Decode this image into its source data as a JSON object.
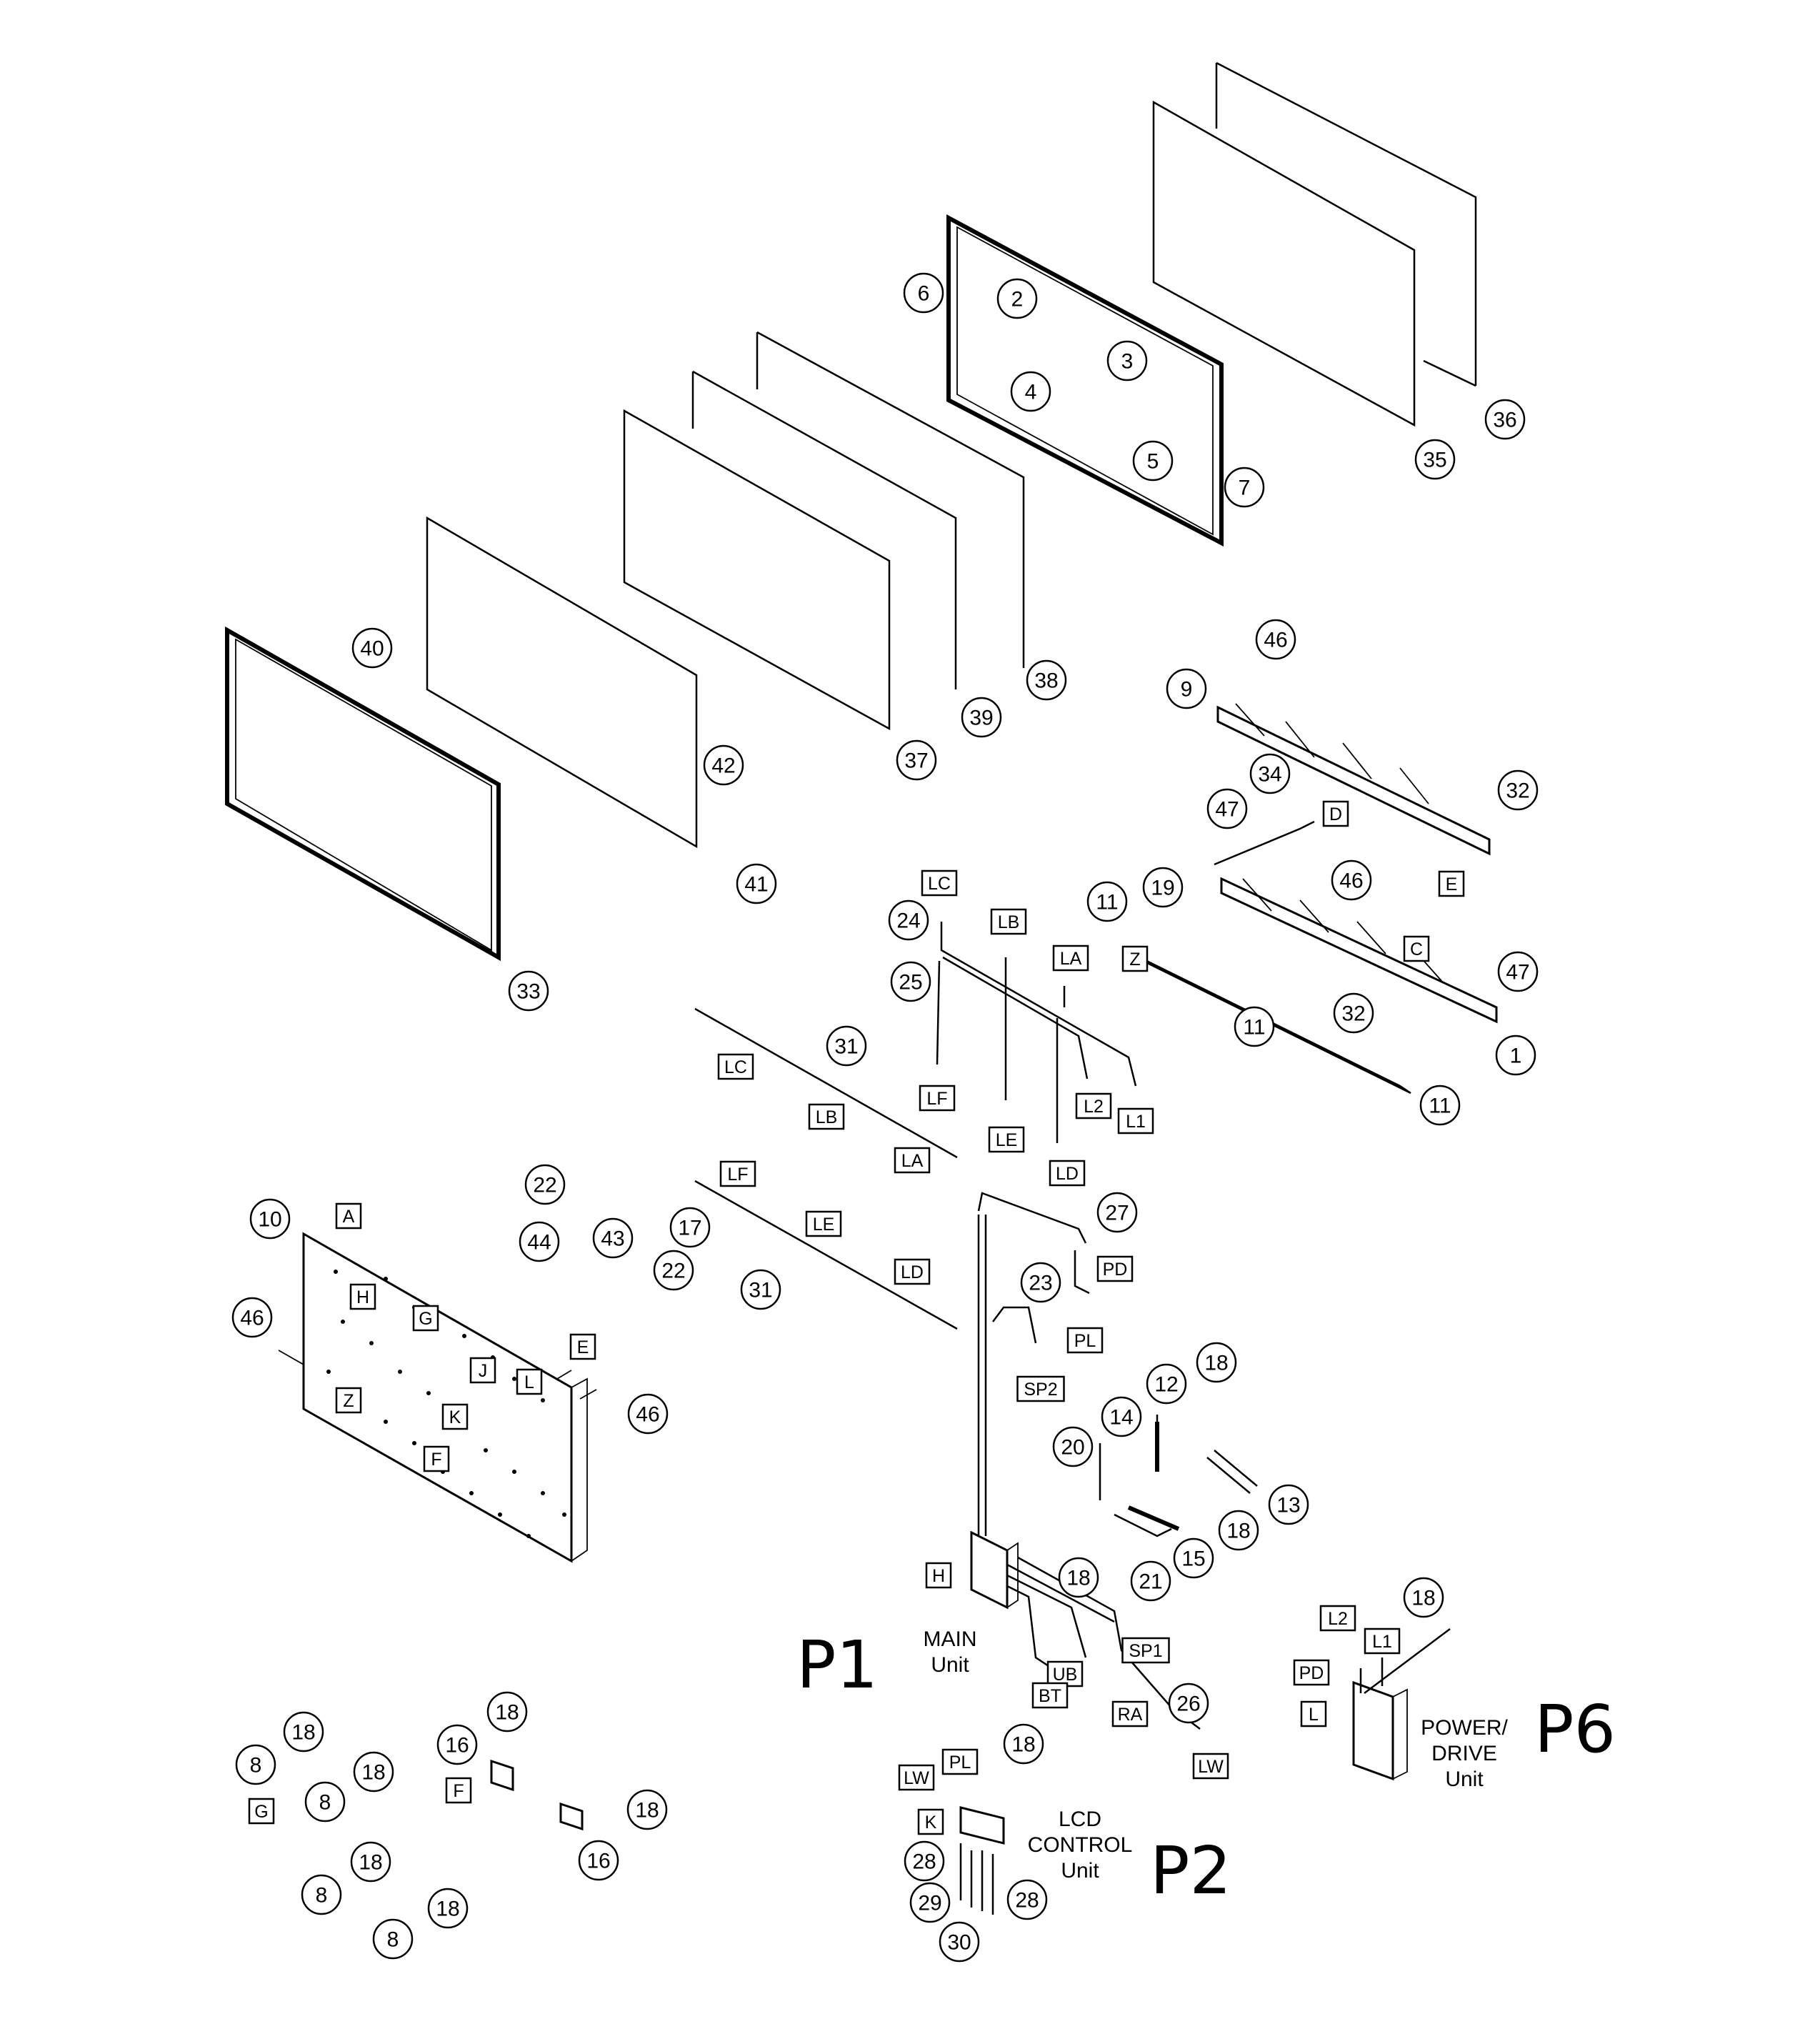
{
  "parts": [
    "1",
    "2",
    "3",
    "4",
    "5",
    "6",
    "7",
    "8",
    "9",
    "10",
    "11",
    "12",
    "13",
    "14",
    "15",
    "16",
    "17",
    "18",
    "19",
    "20",
    "21",
    "22",
    "23",
    "24",
    "25",
    "26",
    "27",
    "28",
    "29",
    "30",
    "31",
    "32",
    "33",
    "34",
    "35",
    "36",
    "37",
    "38",
    "39",
    "40",
    "41",
    "42",
    "43",
    "44",
    "46",
    "47"
  ],
  "connectors": [
    "A",
    "C",
    "D",
    "E",
    "F",
    "G",
    "H",
    "J",
    "K",
    "L",
    "Z",
    "LA",
    "LB",
    "LC",
    "LD",
    "LE",
    "LF",
    "L1",
    "L2",
    "PD",
    "PL",
    "SP1",
    "SP2",
    "UB",
    "BT",
    "RA",
    "LW"
  ],
  "units": {
    "main_line1": "MAIN",
    "main_line2": "Unit",
    "lcd_line1": "LCD",
    "lcd_line2": "CONTROL",
    "lcd_line3": "Unit",
    "power_line1": "POWER/",
    "power_line2": "DRIVE",
    "power_line3": "Unit"
  },
  "page_markers": {
    "p1": "P1",
    "p2": "P2",
    "p6": "P6"
  }
}
